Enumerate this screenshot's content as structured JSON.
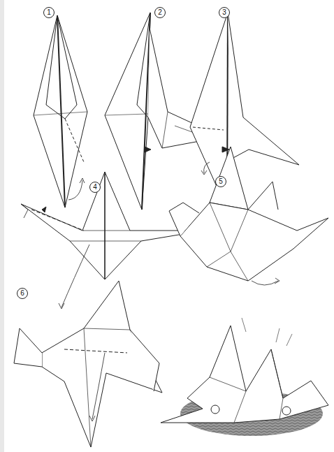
{
  "diagram": {
    "nodes": [
      {
        "text": [
          "1"
        ]
      },
      {
        "text": [
          "2"
        ]
      },
      {
        "text": [
          "3"
        ]
      },
      {
        "text": [
          "4"
        ]
      },
      {
        "text": [
          "5"
        ]
      },
      {
        "text": [
          "6"
        ]
      }
    ]
  }
}
